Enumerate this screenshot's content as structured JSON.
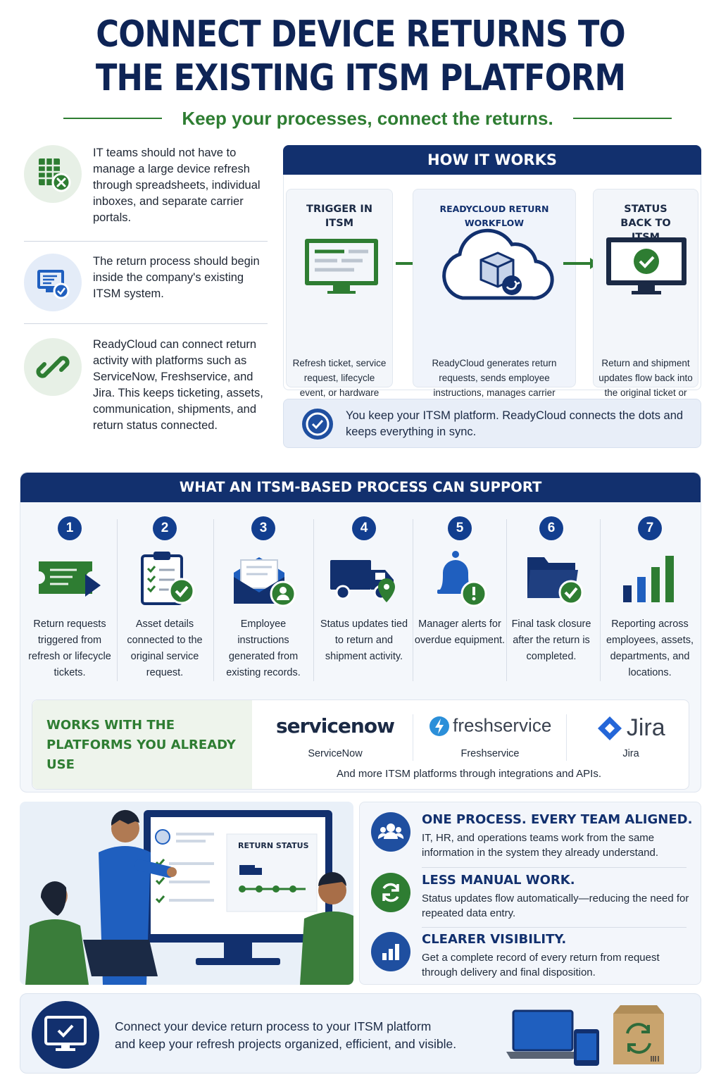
{
  "header": {
    "title_line1": "CONNECT DEVICE RETURNS TO",
    "title_line2": "THE EXISTING ITSM PLATFORM",
    "subtitle": "Keep your processes, connect the returns."
  },
  "intro": [
    {
      "icon": "spreadsheet-x-icon",
      "text": "IT teams should not have to manage a large device refresh through spreadsheets, individual inboxes, and separate carrier portals."
    },
    {
      "icon": "monitor-check-icon",
      "text": "The return process should begin inside the company's existing ITSM system."
    },
    {
      "icon": "link-icon",
      "text": "ReadyCloud can connect return activity with platforms such as ServiceNow, Freshservice, and Jira. This keeps ticketing, assets, communication, shipments, and return status connected."
    }
  ],
  "how_it_works": {
    "title": "HOW IT WORKS",
    "steps": [
      {
        "heading": "TRIGGER IN ITSM",
        "text": "Refresh ticket, service request, lifecycle event, or hardware replacement task."
      },
      {
        "heading": "READYCLOUD RETURN WORKFLOW",
        "text": "ReadyCloud generates return requests, sends employee instructions, manages carrier activity, and updates status."
      },
      {
        "heading": "STATUS BACK TO ITSM",
        "text": "Return and shipment updates flow back into the original ticket or record."
      }
    ],
    "sync_note": "You keep your ITSM platform. ReadyCloud connects the dots and keeps everything in sync."
  },
  "support": {
    "title": "WHAT AN ITSM-BASED PROCESS CAN SUPPORT",
    "items": [
      {
        "num": "1",
        "icon": "ticket-icon",
        "text": "Return requests triggered from refresh or lifecycle tickets."
      },
      {
        "num": "2",
        "icon": "clipboard-check-icon",
        "text": "Asset details connected to the original service request."
      },
      {
        "num": "3",
        "icon": "envelope-user-icon",
        "text": "Employee instructions generated from existing records."
      },
      {
        "num": "4",
        "icon": "truck-location-icon",
        "text": "Status updates tied to return and shipment activity."
      },
      {
        "num": "5",
        "icon": "bell-alert-icon",
        "text": "Manager alerts for overdue equipment."
      },
      {
        "num": "6",
        "icon": "folder-check-icon",
        "text": "Final task closure after the return is completed."
      },
      {
        "num": "7",
        "icon": "bar-chart-icon",
        "text": "Reporting across employees, assets, departments, and locations."
      }
    ],
    "platforms_heading": "WORKS WITH THE PLATFORMS YOU ALREADY USE",
    "platforms": [
      {
        "logo": "servicenow",
        "name": "ServiceNow"
      },
      {
        "logo": "freshservice",
        "name": "Freshservice"
      },
      {
        "logo": "Jira",
        "name": "Jira"
      }
    ],
    "platforms_note": "And more ITSM platforms through integrations and APIs."
  },
  "illustration": {
    "screen_label": "RETURN STATUS"
  },
  "benefits": [
    {
      "icon": "team-icon",
      "title": "ONE PROCESS. EVERY TEAM ALIGNED.",
      "text": "IT, HR, and operations teams work from the same information in the system they already understand."
    },
    {
      "icon": "refresh-icon",
      "title": "LESS MANUAL WORK.",
      "text": "Status updates flow automatically—reducing the need for repeated data entry."
    },
    {
      "icon": "analytics-icon",
      "title": "CLEARER VISIBILITY.",
      "text": "Get a complete record of every return from request through delivery and final disposition."
    }
  ],
  "cta": {
    "line1": "Connect your device return process to your ITSM platform",
    "line2": "and keep your refresh projects organized, efficient, and visible."
  },
  "colors": {
    "navy": "#12306e",
    "green": "#2e7d32",
    "blue": "#1f5fbf"
  }
}
